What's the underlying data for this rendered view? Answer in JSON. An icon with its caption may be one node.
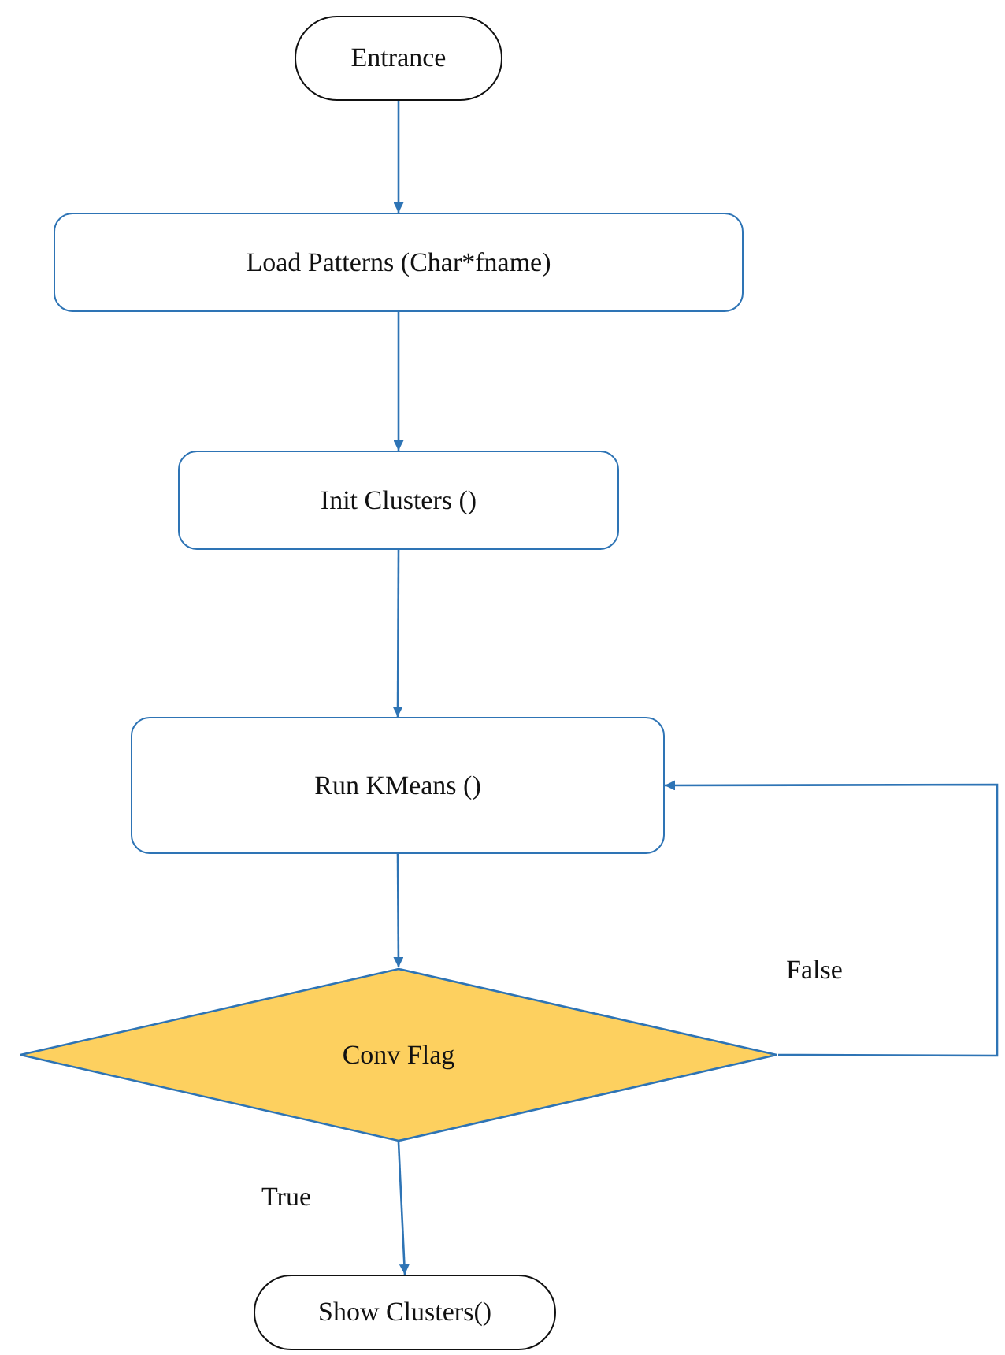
{
  "diagram": {
    "nodes": [
      {
        "text": [
          "Entrance"
        ]
      },
      {
        "text": [
          "Load Patterns (Char*fname)"
        ]
      },
      {
        "text": [
          "Init Clusters ()"
        ]
      },
      {
        "text": [
          "Run KMeans ()"
        ]
      },
      {
        "text": [
          "Conv Flag"
        ]
      },
      {
        "text": [
          "Show Clusters()"
        ]
      }
    ],
    "edges": [
      {
        "from": 0,
        "to": 1,
        "arrow": "to"
      },
      {
        "from": 1,
        "to": 2,
        "arrow": "to"
      },
      {
        "from": 2,
        "to": 3,
        "arrow": "to"
      },
      {
        "from": 3,
        "to": 4,
        "arrow": "to"
      },
      {
        "from": 4,
        "to": 5,
        "arrow": "to",
        "label": "True"
      },
      {
        "from": 4,
        "to": 3,
        "arrow": "to",
        "label": "False"
      }
    ]
  }
}
